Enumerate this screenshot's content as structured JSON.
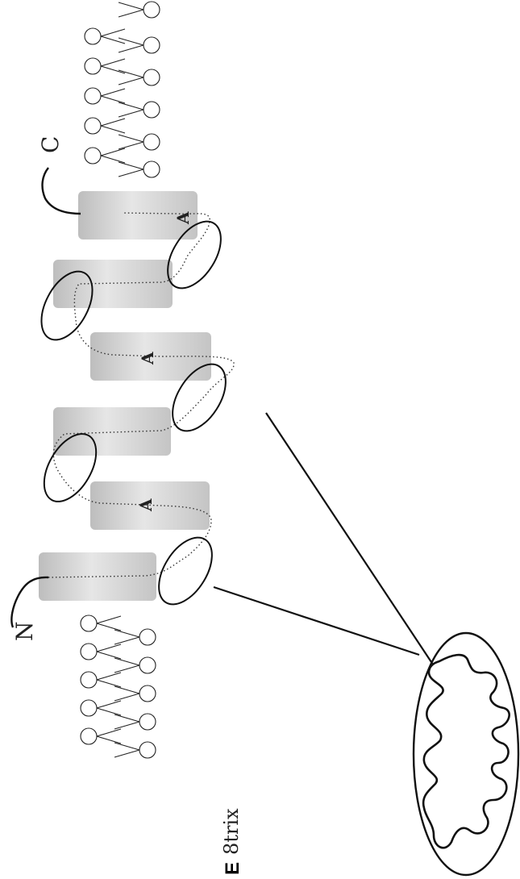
{
  "labels": {
    "n_terminus": "N",
    "c_terminus": "C",
    "panel": "E",
    "matrix": "8trix",
    "helix_marker": "A"
  },
  "colors": {
    "helix_fill": "#d9d9d9",
    "line": "#1a1a1a",
    "dotted": "#333333"
  },
  "helix_count": 6,
  "marked_helices": [
    2,
    4,
    6
  ]
}
